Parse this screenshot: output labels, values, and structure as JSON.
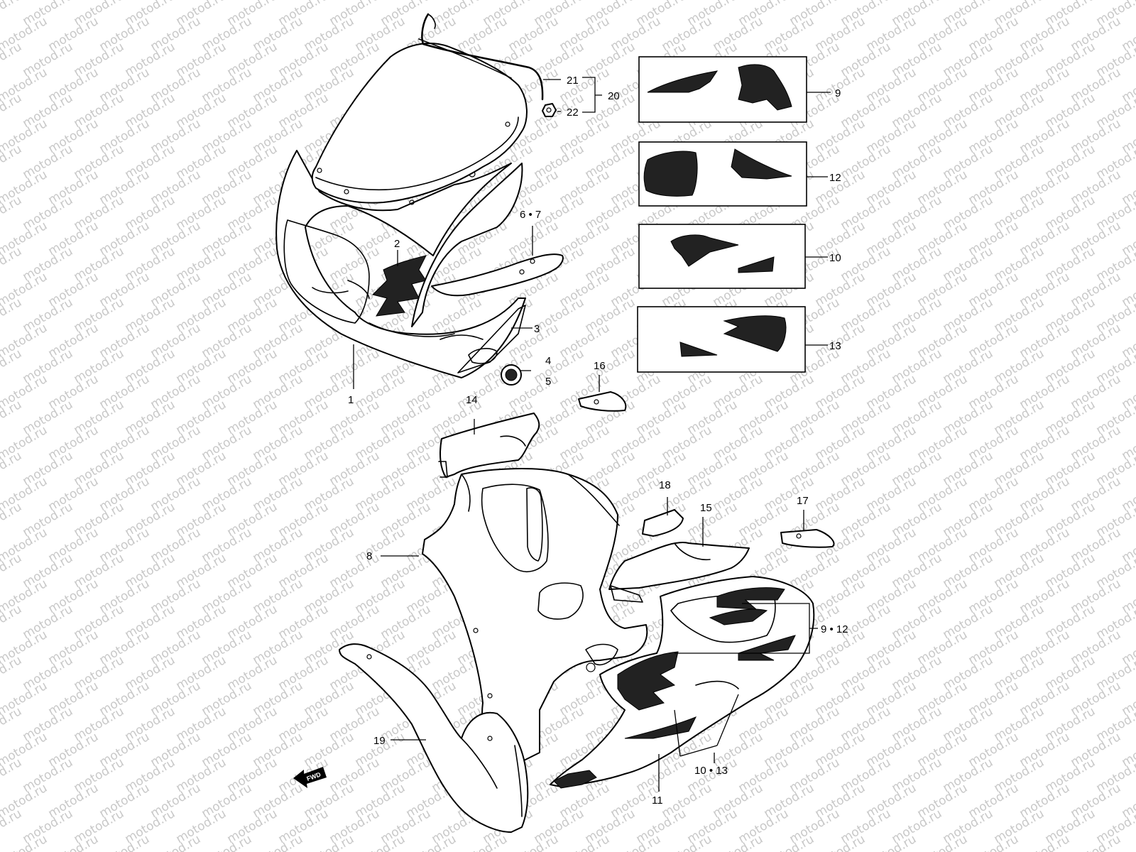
{
  "watermark": {
    "text": "motod.ru"
  },
  "fwd_arrow": {
    "text": "FWD"
  },
  "callouts": {
    "c1": "1",
    "c2": "2",
    "c3": "3",
    "c4": "4",
    "c5": "5",
    "c67": "6 • 7",
    "c8": "8",
    "c9": "9",
    "c10": "10",
    "c11": "11",
    "c12": "12",
    "c13": "13",
    "c14": "14",
    "c15": "15",
    "c16": "16",
    "c17": "17",
    "c18": "18",
    "c19": "19",
    "c20": "20",
    "c21": "21",
    "c22": "22",
    "c912": "9 • 12",
    "c1013": "10 • 13"
  }
}
